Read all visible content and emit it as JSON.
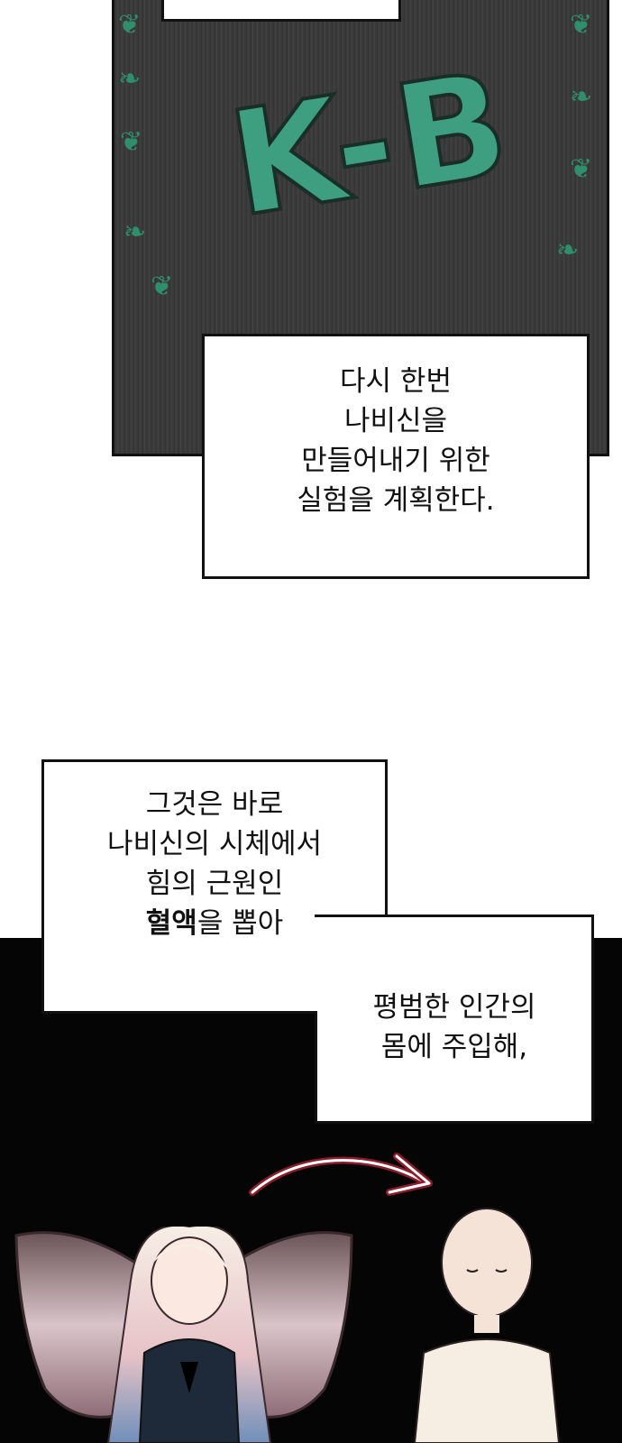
{
  "sign": {
    "text": "K-B"
  },
  "caption1": {
    "lines": [
      "다시 한번",
      "나비신을",
      "만들어내기 위한",
      "실험을 계획한다."
    ]
  },
  "caption2": {
    "line1": "그것은 바로",
    "line2": "나비신의 시체에서",
    "line3": "힘의 근원인",
    "line4_bold": "혈액",
    "line4_rest": "을 뽑아"
  },
  "caption3": {
    "lines": [
      "평범한 인간의",
      "몸에 주입해,"
    ]
  },
  "colors": {
    "sign_green": "#3e9e80",
    "arrow_red": "#8a1c2b",
    "background_dark": "#050505"
  }
}
